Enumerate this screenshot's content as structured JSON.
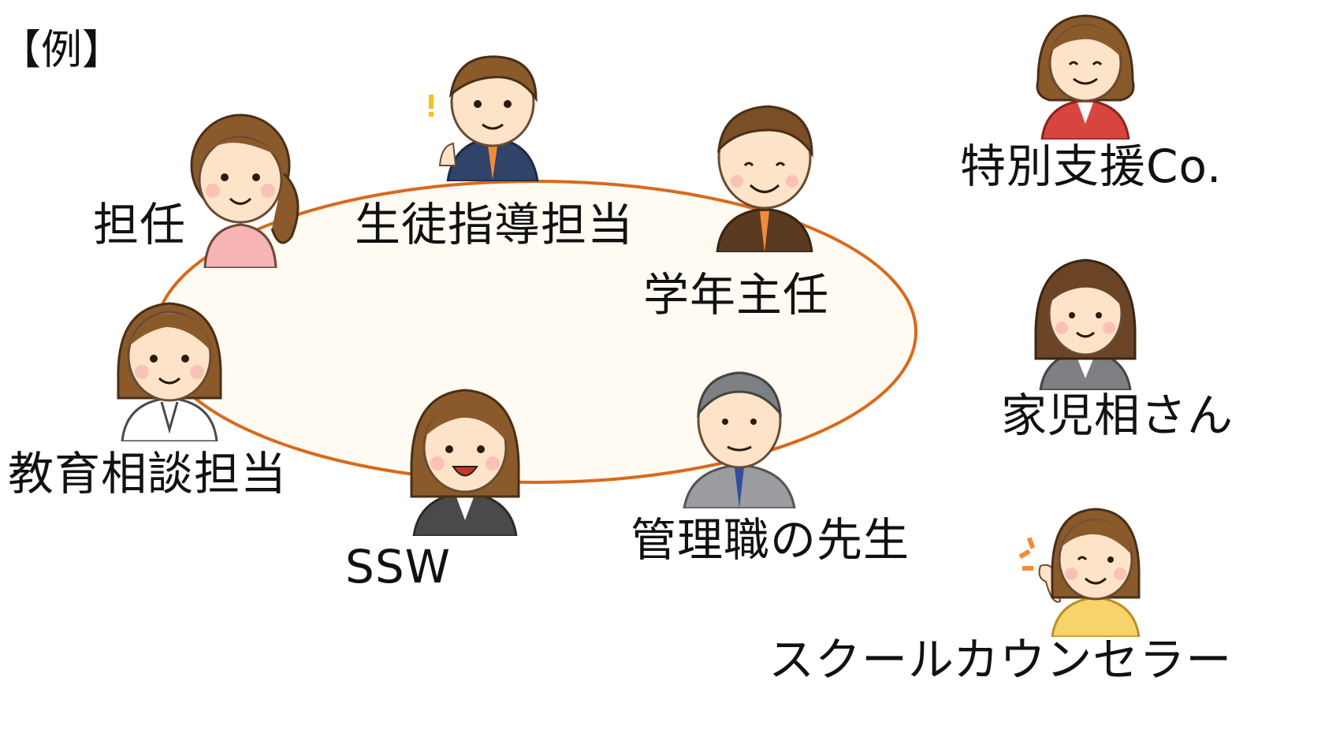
{
  "heading": "【例】",
  "team": {
    "homeroom": "担任",
    "guidance": "生徒指導担当",
    "grade_head": "学年主任",
    "counseling": "教育相談担当",
    "ssw": "SSW",
    "administrator": "管理職の先生"
  },
  "external": {
    "special_support": "特別支援Co.",
    "child_guidance": "家児相さん",
    "school_counselor": "スクールカウンセラー"
  },
  "colors": {
    "ring_stroke": "#d9691c",
    "ring_fill": "#fffaf2",
    "hair_brown": "#8a5a2b",
    "hair_dark": "#5b3a1e",
    "skin": "#fde3c8",
    "suit_navy": "#2f4468",
    "suit_gray": "#7d7f82",
    "suit_brown": "#5a3b22",
    "pink_top": "#f7b4b4",
    "red_top": "#d8453f",
    "yellow_top": "#f7d36a"
  }
}
